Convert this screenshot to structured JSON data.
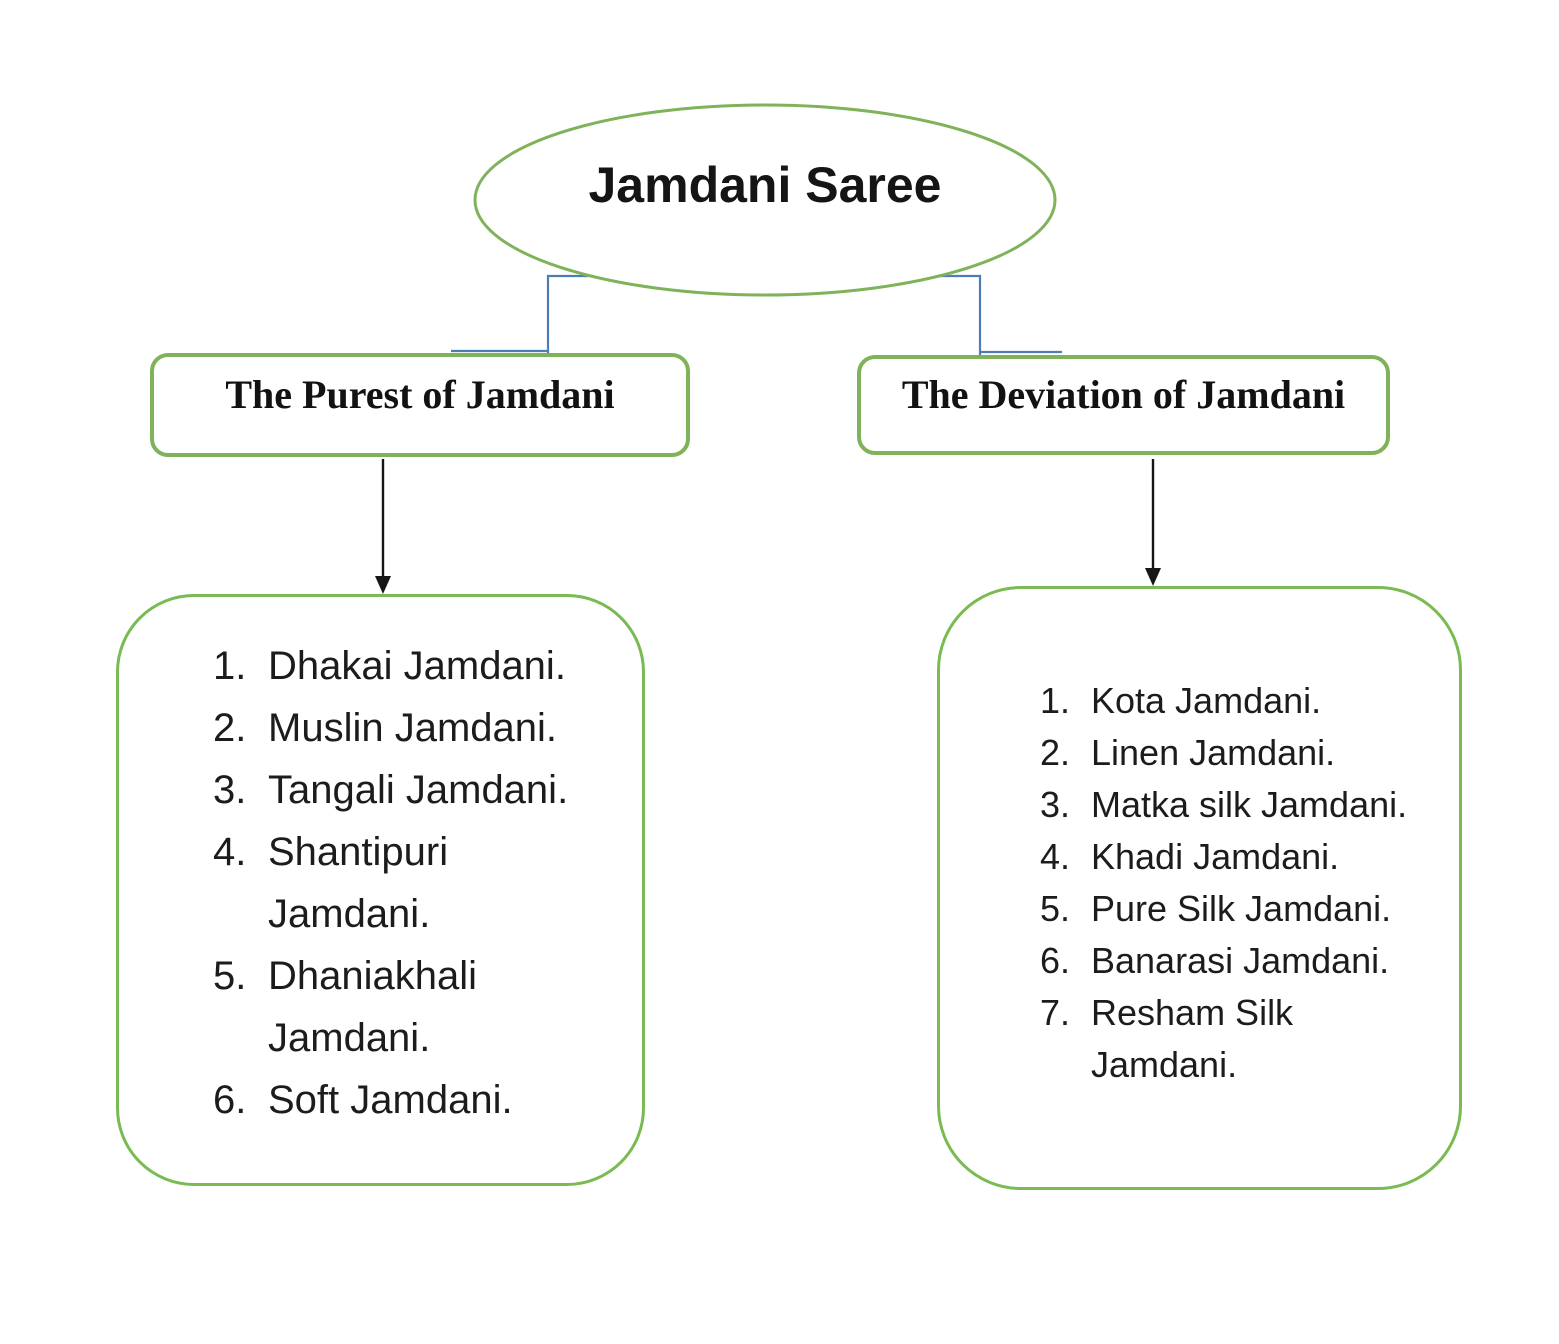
{
  "page": {
    "background": "#ffffff"
  },
  "colors": {
    "shape_green": "#7fb259",
    "list_box_green": "#79bb52",
    "connector_blue": "#4e7cb5",
    "arrow_black": "#161616",
    "text_black": "#1c1c1c"
  },
  "root": {
    "label": "Jamdani Saree"
  },
  "branches": [
    {
      "label": "The Purest of Jamdani",
      "items": [
        {
          "number": "1.",
          "lines": [
            "Dhakai Jamdani."
          ]
        },
        {
          "number": "2.",
          "lines": [
            "Muslin Jamdani."
          ]
        },
        {
          "number": "3.",
          "lines": [
            "Tangali Jamdani."
          ]
        },
        {
          "number": "4.",
          "lines": [
            "Shantipuri",
            "Jamdani."
          ]
        },
        {
          "number": "5.",
          "lines": [
            "Dhaniakhali",
            "Jamdani."
          ]
        },
        {
          "number": "6.",
          "lines": [
            "Soft Jamdani."
          ]
        }
      ]
    },
    {
      "label": "The Deviation of Jamdani",
      "items": [
        {
          "number": "1.",
          "lines": [
            "Kota Jamdani."
          ]
        },
        {
          "number": "2.",
          "lines": [
            "Linen Jamdani."
          ]
        },
        {
          "number": "3.",
          "lines": [
            "Matka silk Jamdani."
          ]
        },
        {
          "number": "4.",
          "lines": [
            "Khadi Jamdani."
          ]
        },
        {
          "number": "5.",
          "lines": [
            "Pure Silk Jamdani."
          ]
        },
        {
          "number": "6.",
          "lines": [
            "Banarasi Jamdani."
          ]
        },
        {
          "number": "7.",
          "lines": [
            "Resham Silk",
            "Jamdani."
          ]
        }
      ]
    }
  ]
}
